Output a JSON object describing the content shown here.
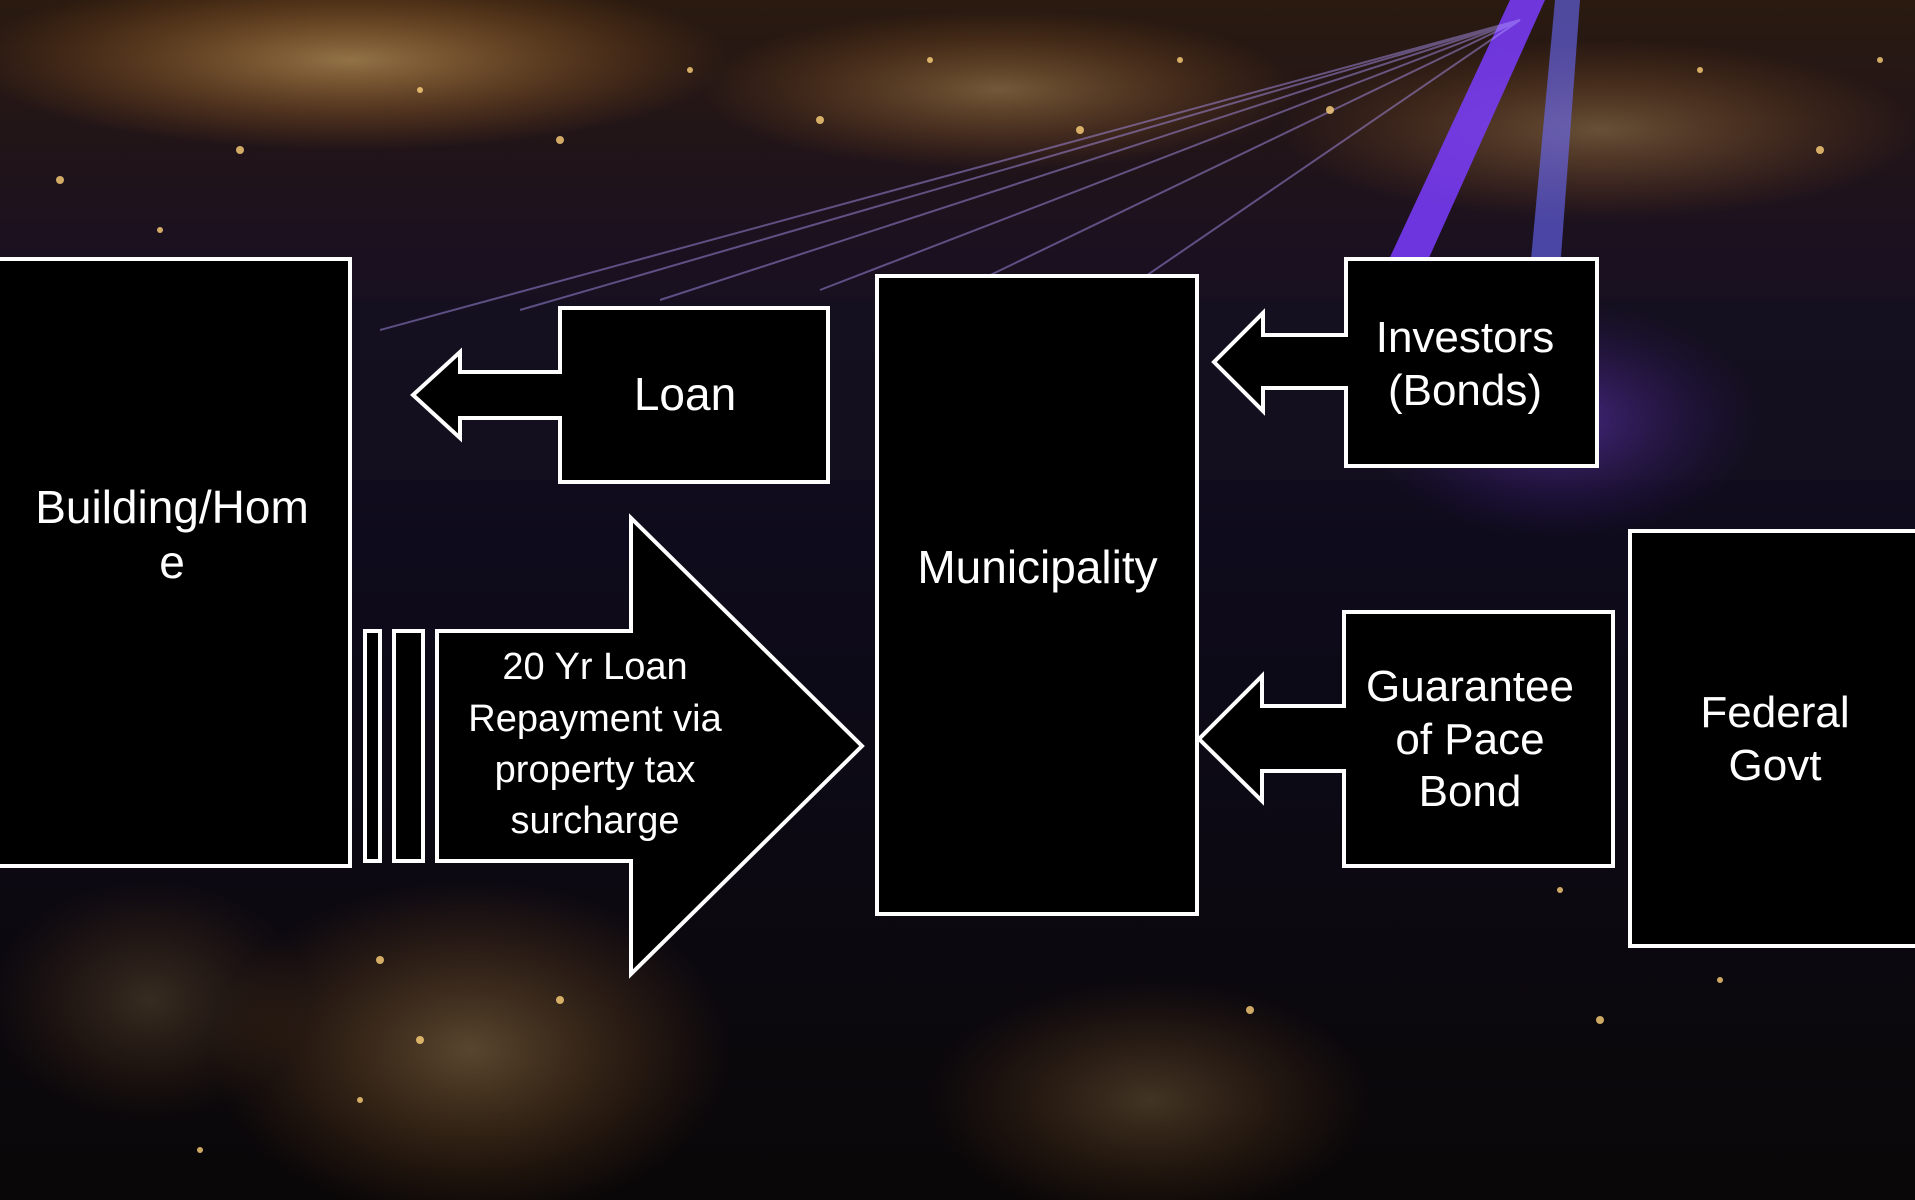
{
  "diagram": {
    "building_home": "Building/Hom e",
    "loan": "Loan",
    "repayment": "20 Yr Loan Repayment via  property tax surcharge",
    "municipality": "Municipality",
    "investors": "Investors (Bonds)",
    "guarantee": "Guarantee of Pace Bond",
    "federal_govt": "Federal Govt"
  },
  "colors": {
    "box_fill": "#000000",
    "box_border": "#ffffff",
    "text": "#ffffff",
    "bridge_glow": "#7a3cff"
  }
}
